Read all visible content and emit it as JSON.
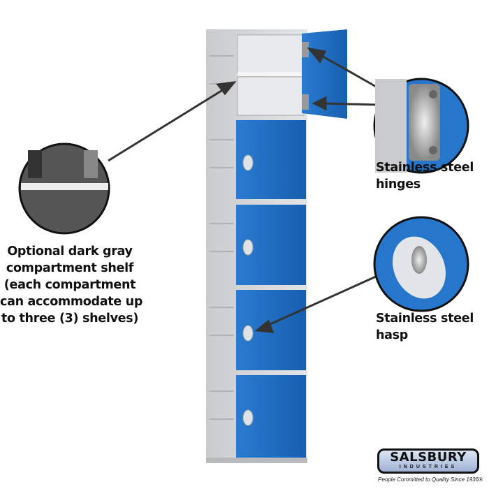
{
  "callouts": {
    "shelf": [
      "Optional dark gray",
      "compartment shelf",
      "(each compartment",
      "can accommodate up",
      "to three (3) shelves)"
    ],
    "hinges": [
      "Stainless steel",
      "hinges"
    ],
    "hasp": [
      "Stainless steel",
      "hasp"
    ]
  },
  "logo": {
    "brand": "SALSBURY",
    "sub": "INDUSTRIES",
    "tagline": "People Committed to Quality Since 1936"
  },
  "colors": {
    "door_blue": "#1f6fc4",
    "frame_gray": "#d4d6d8",
    "text": "#111111"
  }
}
